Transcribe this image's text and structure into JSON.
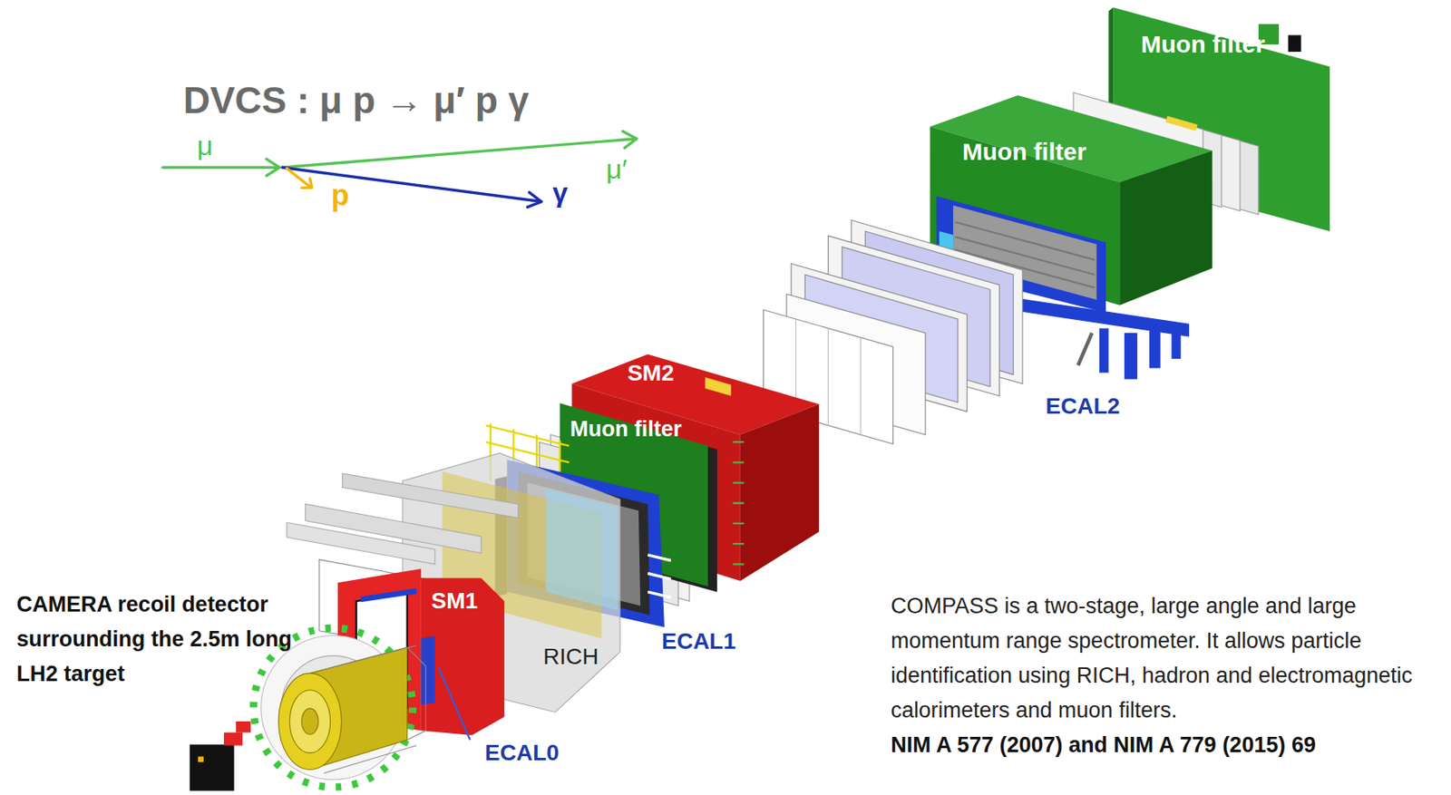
{
  "diagram": {
    "title": "DVCS : μ p → μ′ p γ",
    "labels": [
      "μ",
      "μ′",
      "p",
      "γ",
      "Muon filter",
      "Muon filter",
      "SM2",
      "Muon filter",
      "ECAL2",
      "SM1",
      "RICH",
      "ECAL1",
      "ECAL0",
      "CAMERA recoil detector surrounding the 2.5m long LH2 target",
      "COMPASS is a two-stage, large angle and large momentum range spectrometer. It allows particle identification using RICH, hadron and electromagnetic calorimeters and muon filters.",
      "NIM A 577 (2007) and NIM A 779 (2015) 69"
    ]
  }
}
